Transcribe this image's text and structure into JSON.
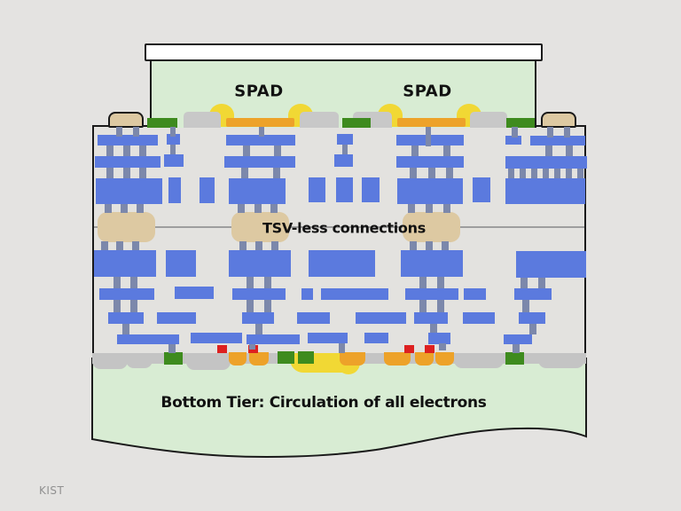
{
  "labels": {
    "spad_left": "SPAD",
    "spad_right": "SPAD",
    "tsv_connections": "TSV-less connections",
    "bottom_tier": "Bottom Tier: Circulation of all electrons",
    "watermark": "KIST"
  },
  "colors": {
    "page_background": "#e4e3e1",
    "tier_silicon_green": "#d8ecd3",
    "metal_blue": "#5b7ade",
    "via_slate": "#7c88ab",
    "pad_tan": "#ddc9a2",
    "dome_yellow": "#f1d834",
    "pad_orange": "#eda229",
    "contact_dark_green": "#3e8b1e",
    "implant_red": "#dd2020",
    "pad_gray": "#c8c8c8",
    "band_gray": "#c4c4c4",
    "outline_black": "#1a1a1a",
    "watermark_gray": "#909090"
  },
  "diagram": {
    "blue_metal": [
      [
        110,
        152,
        68,
        12
      ],
      [
        107,
        176,
        74,
        13
      ],
      [
        108,
        201,
        75,
        29
      ],
      [
        188,
        151,
        15,
        12
      ],
      [
        185,
        174,
        22,
        14
      ],
      [
        190,
        200,
        14,
        29
      ],
      [
        225,
        200,
        17,
        29
      ],
      [
        255,
        152,
        78,
        12
      ],
      [
        253,
        176,
        80,
        13
      ],
      [
        258,
        201,
        64,
        29
      ],
      [
        348,
        200,
        19,
        28
      ],
      [
        379,
        200,
        19,
        28
      ],
      [
        380,
        151,
        18,
        12
      ],
      [
        377,
        174,
        21,
        14
      ],
      [
        408,
        200,
        20,
        28
      ],
      [
        447,
        152,
        76,
        12
      ],
      [
        447,
        176,
        76,
        13
      ],
      [
        448,
        201,
        74,
        29
      ],
      [
        533,
        200,
        20,
        28
      ],
      [
        570,
        153,
        18,
        10
      ],
      [
        598,
        153,
        62,
        11
      ],
      [
        570,
        176,
        92,
        14
      ],
      [
        570,
        201,
        90,
        29
      ],
      [
        106,
        282,
        70,
        30
      ],
      [
        112,
        325,
        62,
        13
      ],
      [
        122,
        352,
        40,
        13
      ],
      [
        132,
        377,
        70,
        11
      ],
      [
        187,
        282,
        34,
        30
      ],
      [
        197,
        323,
        44,
        14
      ],
      [
        177,
        352,
        44,
        13
      ],
      [
        215,
        375,
        58,
        12
      ],
      [
        258,
        282,
        70,
        30
      ],
      [
        262,
        325,
        60,
        13
      ],
      [
        273,
        352,
        36,
        13
      ],
      [
        278,
        377,
        60,
        11
      ],
      [
        348,
        282,
        75,
        30
      ],
      [
        340,
        325,
        13,
        13
      ],
      [
        362,
        325,
        76,
        13
      ],
      [
        335,
        352,
        37,
        13
      ],
      [
        401,
        352,
        57,
        13
      ],
      [
        347,
        375,
        45,
        12
      ],
      [
        411,
        375,
        27,
        12
      ],
      [
        452,
        282,
        70,
        30
      ],
      [
        457,
        325,
        60,
        13
      ],
      [
        467,
        352,
        38,
        13
      ],
      [
        483,
        375,
        25,
        13
      ],
      [
        523,
        325,
        25,
        13
      ],
      [
        522,
        352,
        36,
        13
      ],
      [
        582,
        283,
        79,
        30
      ],
      [
        580,
        325,
        42,
        13
      ],
      [
        585,
        352,
        30,
        13
      ],
      [
        568,
        377,
        32,
        11
      ]
    ],
    "vias": [
      [
        192,
        143,
        6,
        11
      ],
      [
        292,
        143,
        6,
        11
      ],
      [
        480,
        143,
        6,
        22
      ],
      [
        577,
        143,
        7,
        12
      ],
      [
        131,
        143,
        7,
        11
      ],
      [
        150,
        143,
        7,
        11
      ],
      [
        617,
        143,
        7,
        12
      ],
      [
        636,
        143,
        7,
        12
      ],
      [
        120,
        164,
        8,
        12
      ],
      [
        139,
        164,
        8,
        12
      ],
      [
        157,
        164,
        8,
        12
      ],
      [
        120,
        189,
        8,
        12
      ],
      [
        139,
        189,
        8,
        12
      ],
      [
        157,
        189,
        8,
        12
      ],
      [
        118,
        230,
        8,
        10
      ],
      [
        136,
        230,
        8,
        10
      ],
      [
        154,
        230,
        8,
        10
      ],
      [
        192,
        163,
        6,
        11
      ],
      [
        386,
        163,
        6,
        11
      ],
      [
        274,
        164,
        8,
        12
      ],
      [
        309,
        164,
        8,
        12
      ],
      [
        272,
        189,
        8,
        12
      ],
      [
        308,
        189,
        8,
        12
      ],
      [
        268,
        230,
        8,
        10
      ],
      [
        287,
        230,
        8,
        10
      ],
      [
        305,
        230,
        8,
        10
      ],
      [
        464,
        164,
        8,
        12
      ],
      [
        500,
        164,
        8,
        12
      ],
      [
        462,
        189,
        8,
        12
      ],
      [
        483,
        189,
        8,
        12
      ],
      [
        503,
        189,
        8,
        12
      ],
      [
        460,
        230,
        8,
        10
      ],
      [
        480,
        230,
        8,
        10
      ],
      [
        500,
        230,
        8,
        10
      ],
      [
        615,
        164,
        8,
        12
      ],
      [
        638,
        164,
        8,
        12
      ],
      [
        573,
        190,
        7,
        11
      ],
      [
        586,
        190,
        7,
        11
      ],
      [
        599,
        190,
        7,
        11
      ],
      [
        612,
        190,
        7,
        11
      ],
      [
        625,
        190,
        7,
        11
      ],
      [
        638,
        190,
        7,
        11
      ],
      [
        651,
        190,
        7,
        11
      ],
      [
        114,
        272,
        8,
        10
      ],
      [
        131,
        272,
        8,
        10
      ],
      [
        149,
        272,
        8,
        10
      ],
      [
        270,
        272,
        8,
        10
      ],
      [
        288,
        272,
        8,
        10
      ],
      [
        306,
        272,
        8,
        10
      ],
      [
        462,
        272,
        8,
        10
      ],
      [
        480,
        272,
        8,
        10
      ],
      [
        498,
        272,
        8,
        10
      ],
      [
        128,
        312,
        8,
        13
      ],
      [
        147,
        312,
        8,
        13
      ],
      [
        128,
        338,
        8,
        14
      ],
      [
        147,
        338,
        8,
        14
      ],
      [
        138,
        365,
        8,
        12
      ],
      [
        190,
        388,
        8,
        10
      ],
      [
        278,
        312,
        8,
        13
      ],
      [
        298,
        312,
        8,
        13
      ],
      [
        278,
        338,
        8,
        14
      ],
      [
        298,
        338,
        8,
        14
      ],
      [
        288,
        365,
        8,
        12
      ],
      [
        281,
        388,
        7,
        6
      ],
      [
        473,
        312,
        8,
        13
      ],
      [
        493,
        312,
        8,
        13
      ],
      [
        473,
        338,
        8,
        14
      ],
      [
        493,
        338,
        8,
        14
      ],
      [
        485,
        365,
        8,
        10
      ],
      [
        495,
        387,
        8,
        8
      ],
      [
        587,
        313,
        8,
        12
      ],
      [
        607,
        313,
        8,
        12
      ],
      [
        589,
        338,
        8,
        14
      ],
      [
        597,
        365,
        8,
        12
      ],
      [
        578,
        388,
        8,
        10
      ],
      [
        382,
        387,
        7,
        11
      ]
    ],
    "yellow_domes": [
      [
        236,
        117,
        28,
        26
      ],
      [
        325,
        117,
        28,
        26
      ],
      [
        426,
        117,
        28,
        26
      ],
      [
        515,
        117,
        28,
        26
      ]
    ],
    "orange_bars_top": [
      [
        255,
        133,
        77,
        10
      ],
      [
        448,
        133,
        77,
        10
      ]
    ],
    "gray_pads_top": [
      [
        207,
        126,
        42,
        18
      ],
      [
        338,
        126,
        44,
        18
      ],
      [
        398,
        126,
        44,
        18
      ],
      [
        530,
        126,
        42,
        18
      ]
    ],
    "green_strips_top": [
      [
        166,
        133,
        34,
        11
      ],
      [
        386,
        133,
        32,
        11
      ],
      [
        571,
        133,
        32,
        11
      ]
    ],
    "tan_pads_top": [
      [
        122,
        126,
        36,
        14
      ],
      [
        610,
        126,
        36,
        14
      ]
    ],
    "bond_pads": [
      [
        110,
        239,
        65,
        34
      ],
      [
        261,
        239,
        65,
        34
      ],
      [
        454,
        239,
        65,
        34
      ]
    ],
    "bottom_band": [
      [
        104,
        398,
        557,
        12
      ]
    ],
    "gray_wells": [
      [
        104,
        398,
        40,
        18
      ],
      [
        142,
        398,
        30,
        17
      ],
      [
        210,
        398,
        50,
        19
      ],
      [
        345,
        398,
        42,
        16
      ],
      [
        512,
        398,
        56,
        17
      ],
      [
        607,
        398,
        52,
        17
      ]
    ],
    "yellow_blobs": [
      [
        327,
        398,
        80,
        22
      ],
      [
        380,
        398,
        26,
        24
      ]
    ],
    "green_contacts": [
      [
        185,
        397,
        21,
        14
      ],
      [
        313,
        396,
        19,
        14
      ],
      [
        336,
        396,
        18,
        14
      ],
      [
        570,
        397,
        21,
        14
      ]
    ],
    "orange_pads_bottom": [
      [
        258,
        397,
        20,
        15
      ],
      [
        281,
        397,
        22,
        15
      ],
      [
        383,
        397,
        29,
        15
      ],
      [
        433,
        397,
        30,
        15
      ],
      [
        468,
        397,
        21,
        15
      ],
      [
        491,
        397,
        21,
        15
      ]
    ],
    "red_squares": [
      [
        245,
        389,
        11,
        9
      ],
      [
        280,
        389,
        11,
        9
      ],
      [
        456,
        389,
        11,
        9
      ],
      [
        479,
        389,
        11,
        9
      ]
    ]
  }
}
